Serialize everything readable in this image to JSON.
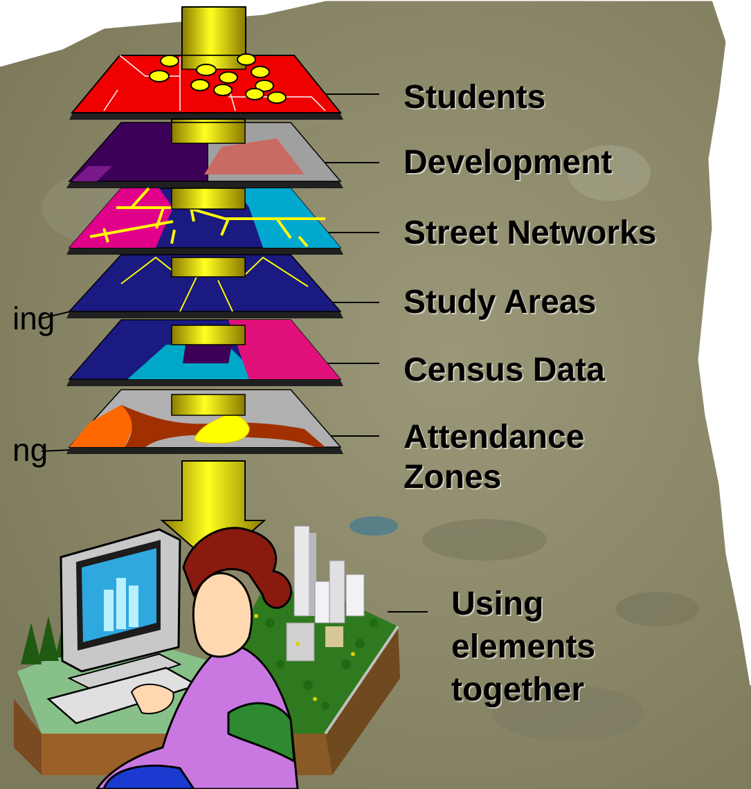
{
  "layers": [
    {
      "key": "students",
      "label": "Students"
    },
    {
      "key": "development",
      "label": "Development"
    },
    {
      "key": "street_networks",
      "label": "Street Networks"
    },
    {
      "key": "study_areas",
      "label": "Study Areas"
    },
    {
      "key": "census_data",
      "label": "Census Data"
    },
    {
      "key": "attendance_zones",
      "label": "Attendance Zones"
    }
  ],
  "result_label": "Using elements together",
  "left_fragments": [
    "ing",
    "ng"
  ],
  "colors": {
    "background_map": "#8d8a6a",
    "arrow_fill": "#e5e000",
    "students_layer": "#f00000",
    "student_dots": "#ffff00",
    "development_purple": "#3c0058",
    "development_gray": "#a0a0a0",
    "development_building": "#c96b63",
    "street_magenta": "#e0008a",
    "street_cyan": "#00a8d0",
    "street_lines": "#ffff00",
    "study_area_blue": "#1a1a80",
    "census_cyan": "#00a8c8",
    "census_magenta": "#e0107a",
    "attendance_gray": "#b0b0b0",
    "attendance_brown": "#a03000",
    "attendance_orange": "#ff6800",
    "text": "#000000"
  }
}
